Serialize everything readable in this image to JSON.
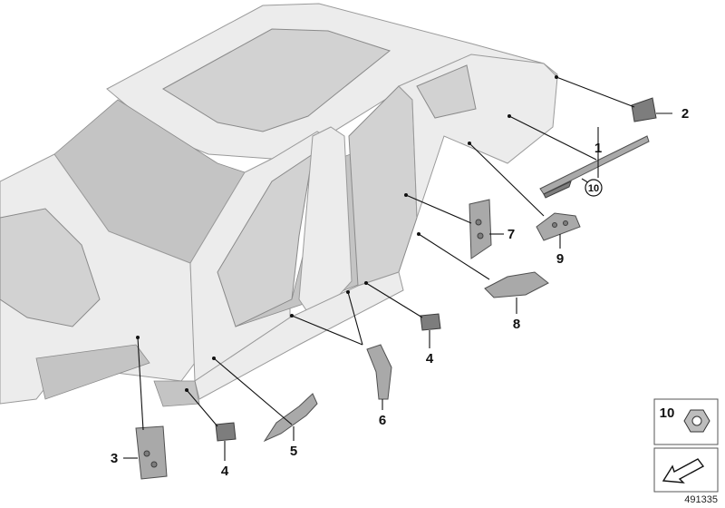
{
  "callouts": {
    "c1": "1",
    "c2": "2",
    "c3": "3",
    "c4a": "4",
    "c4b": "4",
    "c5": "5",
    "c6": "6",
    "c7": "7",
    "c8": "8",
    "c9": "9",
    "c10": "10"
  },
  "legend": {
    "nut_number": "10"
  },
  "document_number": "491335"
}
